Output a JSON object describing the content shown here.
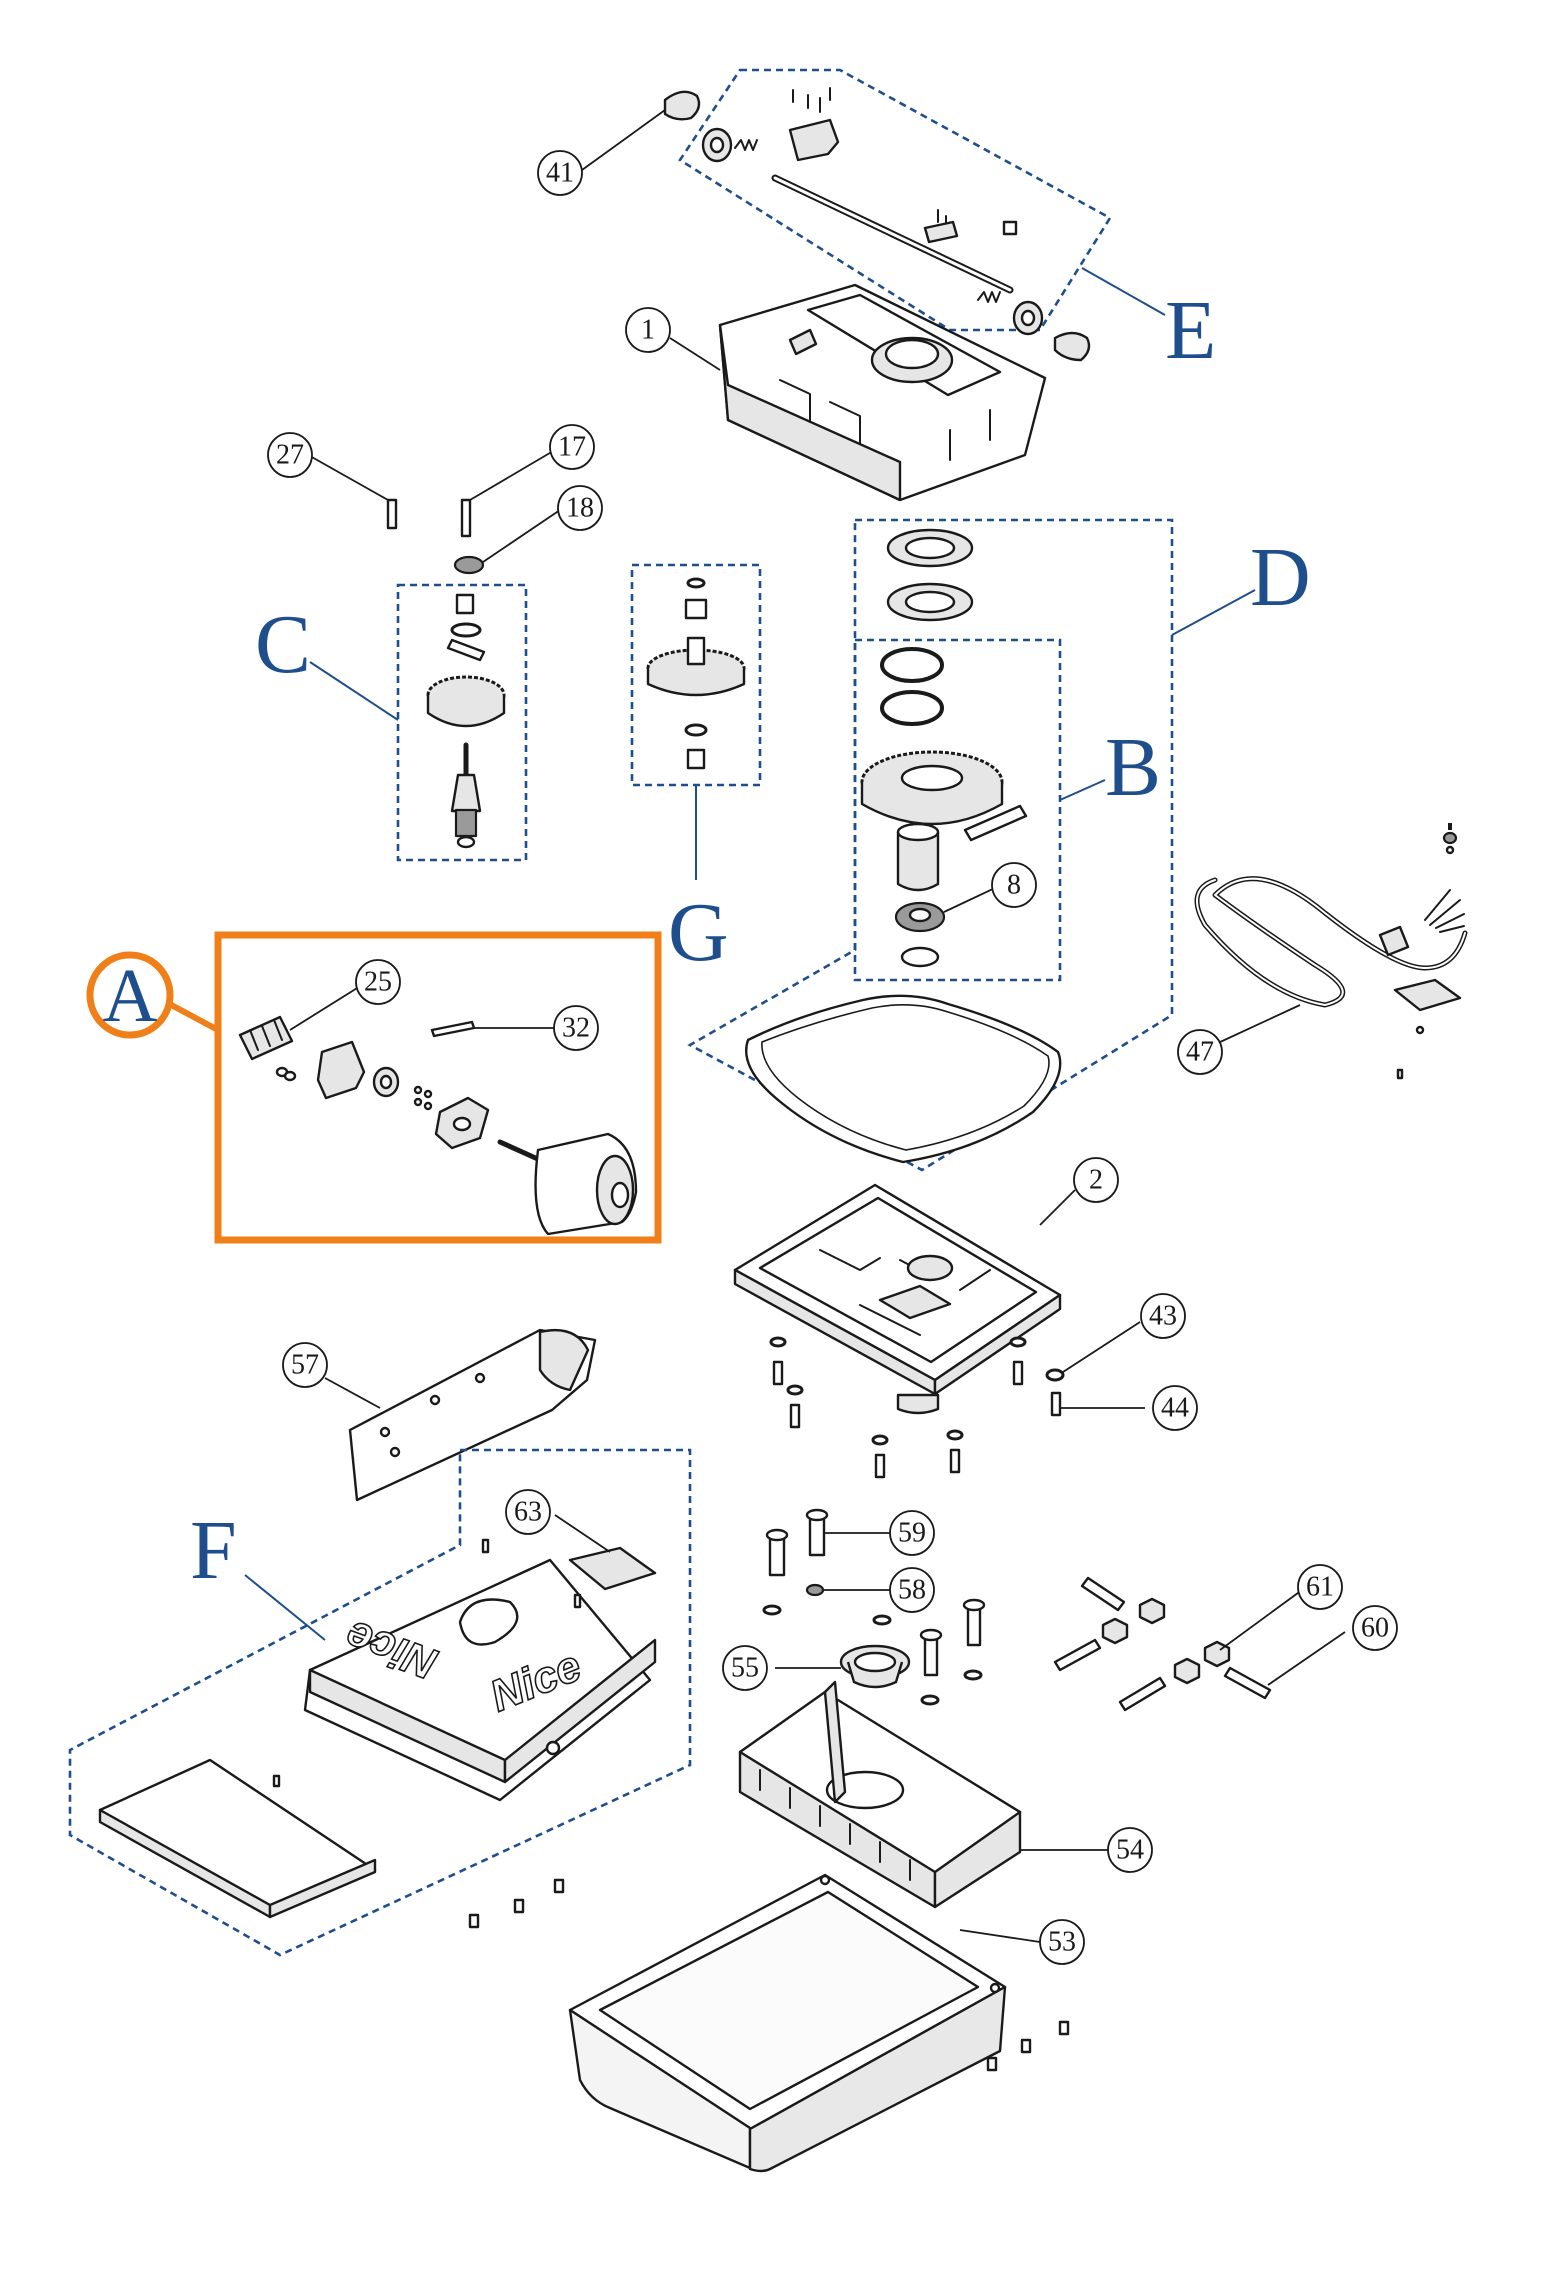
{
  "diagram": {
    "group_labels": {
      "A": "A",
      "B": "B",
      "C": "C",
      "D": "D",
      "E": "E",
      "F": "F",
      "G": "G"
    },
    "part_numbers": {
      "p1": "1",
      "p2": "2",
      "p8": "8",
      "p17": "17",
      "p18": "18",
      "p25": "25",
      "p27": "27",
      "p32": "32",
      "p41": "41",
      "p43": "43",
      "p44": "44",
      "p47": "47",
      "p53": "53",
      "p54": "54",
      "p55": "55",
      "p57": "57",
      "p58": "58",
      "p59": "59",
      "p60": "60",
      "p61": "61",
      "p63": "63"
    },
    "logo_text": "Nice",
    "colors": {
      "group_blue": "#1f4e8c",
      "highlight_orange": "#f07f19",
      "ink": "#1a1a1a"
    }
  }
}
